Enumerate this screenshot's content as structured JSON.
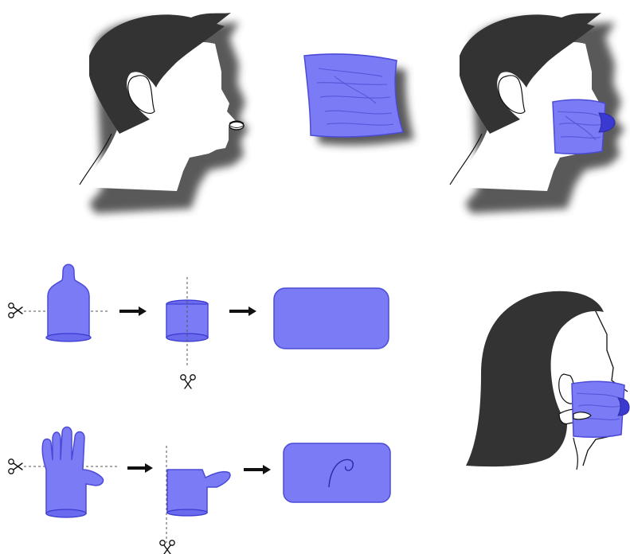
{
  "colors": {
    "background": "#ffffff",
    "hair": "#333333",
    "skin": "#ffffff",
    "outline": "#111111",
    "shadow": "#3d3d3d",
    "barrier_fill": "#7b7bf5",
    "barrier_stroke": "#4b4bd8",
    "barrier_dark": "#3a3ad0",
    "arrow": "#111111",
    "dashed_line": "#555555"
  },
  "icons": {
    "scissors": "scissors-icon",
    "arrow": "arrow-right-icon"
  },
  "panels": {
    "top_row": [
      "profile-male-lips",
      "dental-dam-sheet",
      "profile-male-with-dam"
    ],
    "condom_sequence": [
      "condom",
      "cut-tube",
      "flat-sheet"
    ],
    "glove_sequence": [
      "glove",
      "cut-glove",
      "flat-sheet-with-thumb"
    ],
    "demo": "profile-female-holding-dam"
  }
}
